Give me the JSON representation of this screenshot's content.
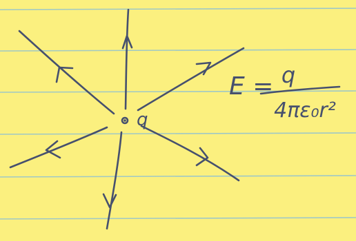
{
  "paper": {
    "background": "#fbf07f",
    "rule_color": "#9fc8c6",
    "ink_color": "#46506e"
  },
  "diagram": {
    "charge": {
      "label": "q"
    },
    "equation": {
      "lhs": "E =",
      "numerator": "q",
      "denominator": "4πε₀r²"
    },
    "field_line_count": 6
  }
}
